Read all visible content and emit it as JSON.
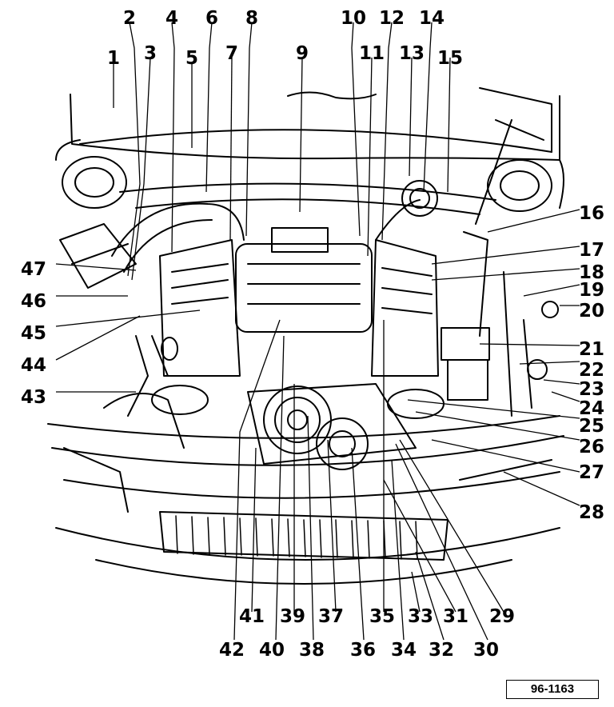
{
  "diagram": {
    "callouts": [
      "1",
      "2",
      "3",
      "4",
      "5",
      "6",
      "7",
      "8",
      "9",
      "10",
      "11",
      "12",
      "13",
      "14",
      "15",
      "16",
      "17",
      "18",
      "19",
      "20",
      "21",
      "22",
      "23",
      "24",
      "25",
      "26",
      "27",
      "28",
      "29",
      "30",
      "31",
      "32",
      "33",
      "34",
      "35",
      "36",
      "37",
      "38",
      "39",
      "40",
      "41",
      "42",
      "43",
      "44",
      "45",
      "46",
      "47"
    ],
    "reference_code": "96-1163"
  }
}
